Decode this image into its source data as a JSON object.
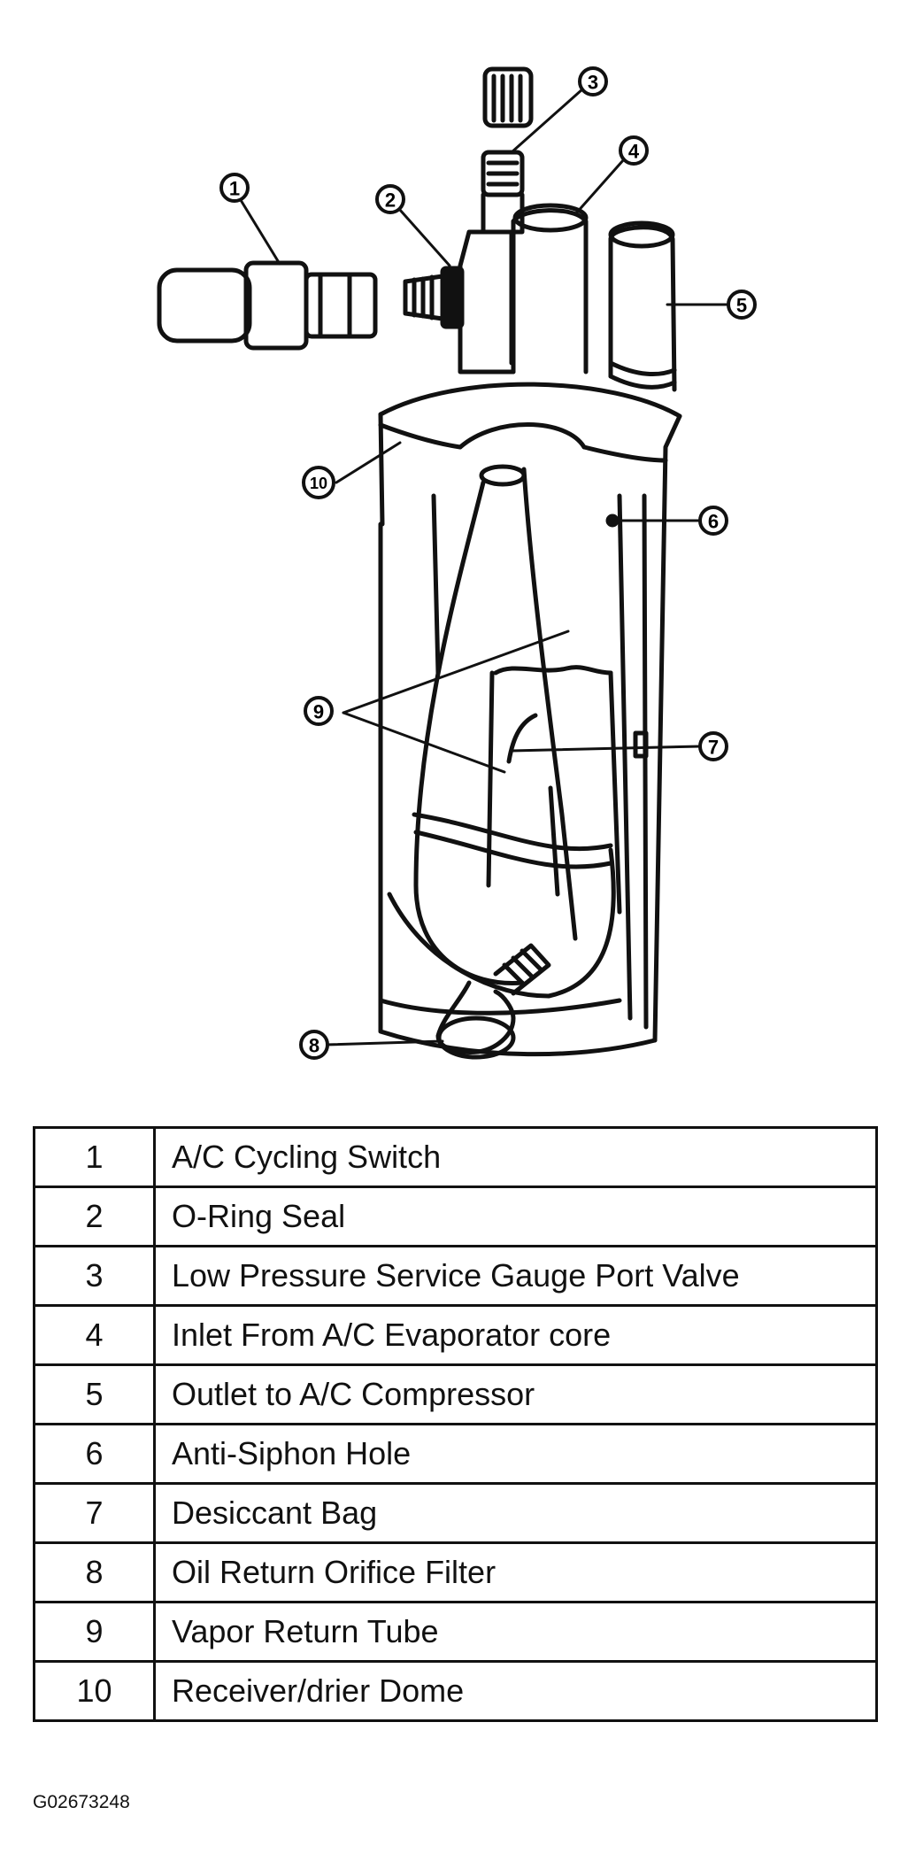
{
  "callouts": [
    "1",
    "2",
    "3",
    "4",
    "5",
    "6",
    "7",
    "8",
    "9",
    "10"
  ],
  "legend": [
    {
      "number": "1",
      "description": "A/C Cycling Switch"
    },
    {
      "number": "2",
      "description": "O-Ring Seal"
    },
    {
      "number": "3",
      "description": "Low Pressure Service Gauge Port Valve"
    },
    {
      "number": "4",
      "description": "Inlet From A/C Evaporator core"
    },
    {
      "number": "5",
      "description": "Outlet to A/C Compressor"
    },
    {
      "number": "6",
      "description": "Anti-Siphon Hole"
    },
    {
      "number": "7",
      "description": "Desiccant Bag"
    },
    {
      "number": "8",
      "description": "Oil Return Orifice Filter"
    },
    {
      "number": "9",
      "description": "Vapor Return Tube"
    },
    {
      "number": "10",
      "description": "Receiver/drier Dome"
    }
  ],
  "figure_id": "G02673248"
}
